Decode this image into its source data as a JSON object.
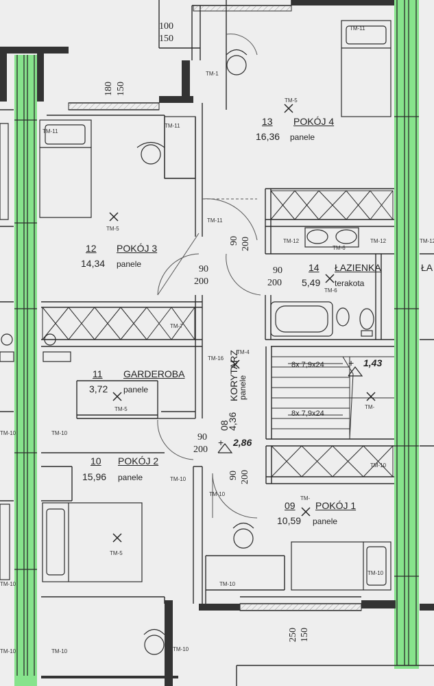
{
  "colors": {
    "paper": "#eeeeee",
    "line": "#2a2a2a",
    "wall": "#333333",
    "column_highlight": "#74e07a"
  },
  "rooms": [
    {
      "number": "13",
      "name": "POKÓJ 4",
      "area": "16,36",
      "finish": "panele"
    },
    {
      "number": "12",
      "name": "POKÓJ 3",
      "area": "14,34",
      "finish": "panele"
    },
    {
      "number": "14",
      "name": "ŁAZIENKA",
      "area": "5,49",
      "finish": "terakota"
    },
    {
      "number": "11",
      "name": "GARDEROBA",
      "area": "3,72",
      "finish": "panele"
    },
    {
      "number": "08",
      "name": "KORYTARZ",
      "area": "4,36",
      "finish": "panele"
    },
    {
      "number": "10",
      "name": "POKÓJ 2",
      "area": "15,96",
      "finish": "panele"
    },
    {
      "number": "09",
      "name": "POKÓJ 1",
      "area": "10,59",
      "finish": "panele"
    }
  ],
  "clipped_labels": {
    "right_room": "ŁA"
  },
  "dimensions": {
    "top_window": [
      "100",
      "150"
    ],
    "left_window": [
      "180",
      "150"
    ],
    "bottom_window": [
      "250",
      "150"
    ],
    "door_pokoj3": [
      "90",
      "200"
    ],
    "door_korytarz_vertical": [
      "90",
      "200"
    ],
    "door_lazienka": [
      "90",
      "200"
    ],
    "door_pokoj2": [
      "90",
      "200"
    ],
    "door_pokoj1_vertical": [
      "90",
      "200"
    ]
  },
  "stairs": {
    "upper": "8x 7,9x24",
    "lower": "8x 7,9x24"
  },
  "levels": {
    "upper": "1,43",
    "lower": "2,86",
    "mark": "+"
  },
  "tm_tags": {
    "tm11": "TM-11",
    "tm1": "TM-1",
    "tm5": "TM-5",
    "tm12": "TM-12",
    "tm6": "TM-6",
    "tm7": "TM-7",
    "tm4": "TM-4",
    "tm16": "TM-16",
    "tm10": "TM-10",
    "tm_short": "TM-"
  }
}
